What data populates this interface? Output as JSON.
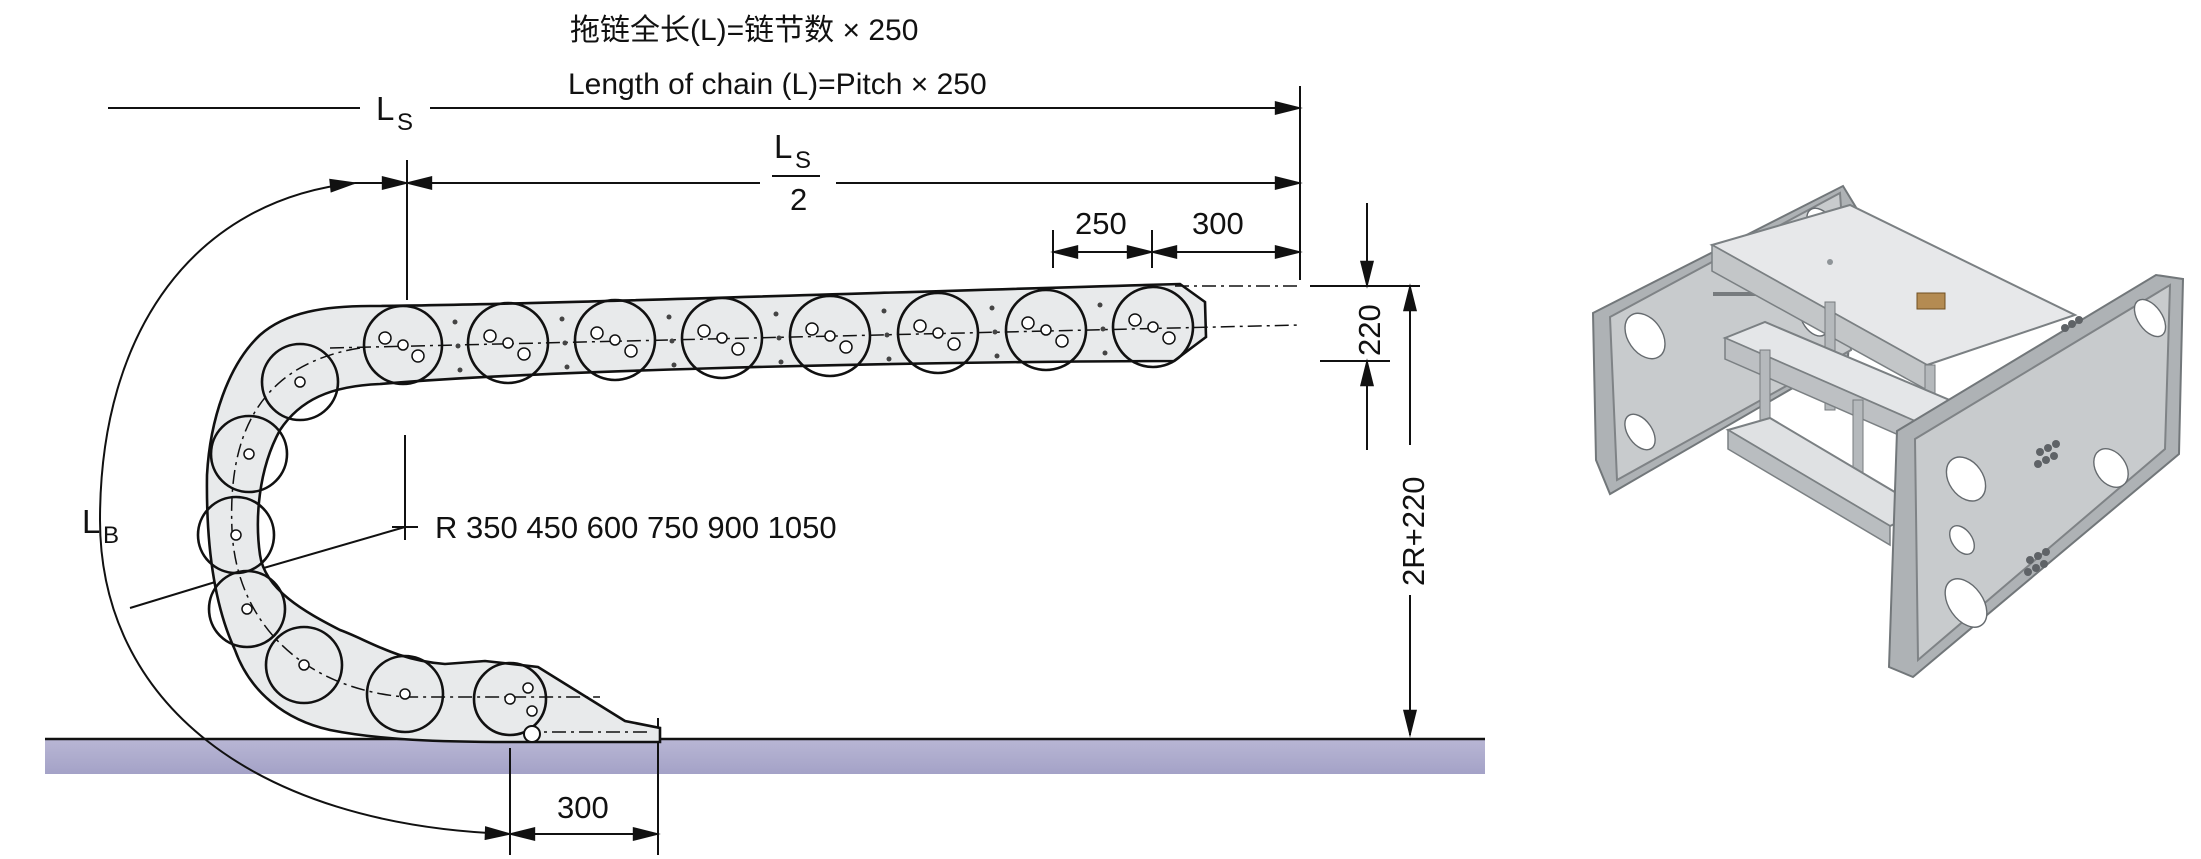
{
  "title": {
    "cn": "拖链全长(L)=链节数 × 250",
    "en": "Length of chain (L)=Pitch × 250"
  },
  "labels": {
    "ls_top": "L",
    "ls_top_sub": "S",
    "ls_half": "L",
    "ls_half_sub": "S",
    "ls_half_den": "2",
    "lb": "L",
    "lb_sub": "B",
    "radius_values": "R 350   450   600   750   900   1050",
    "dim_250": "250",
    "dim_300_top": "300",
    "dim_220": "220",
    "dim_2r": "2R+220",
    "dim_300_bottom": "300"
  },
  "colors": {
    "line": "#111111",
    "chain_fill": "#e8eaeb",
    "floor": "#aaa9cc",
    "bracket": "#c8cbcd"
  }
}
